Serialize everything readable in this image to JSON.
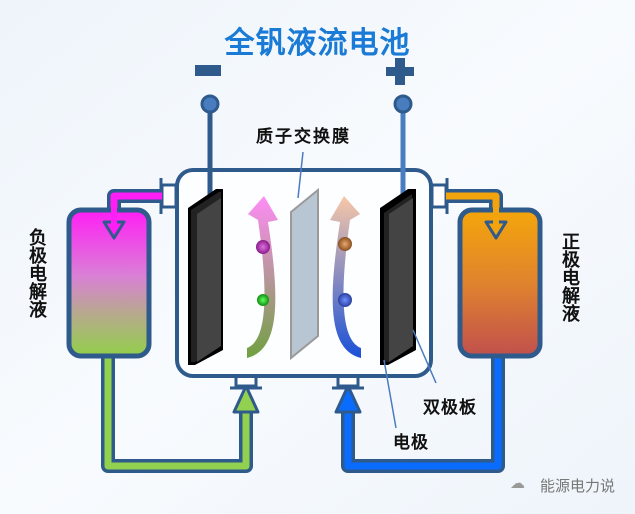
{
  "title": "全钒液流电池",
  "terminals": {
    "negative": "−",
    "positive": "+"
  },
  "labels": {
    "membrane": "质子交换膜",
    "bipolar_plate": "双极板",
    "electrode": "电极",
    "negative_electrolyte": "负极电解液",
    "positive_electrolyte": "正极电解液"
  },
  "watermark": {
    "icon": "wechat-icon",
    "text": "能源电力说"
  },
  "colors": {
    "title": "#1a7bd6",
    "frame": "#2f5a8c",
    "negative_tank_top": "#ff22f0",
    "negative_tank_bottom": "#92cf4a",
    "positive_tank_top": "#f3a30c",
    "positive_tank_bottom": "#c0504d",
    "negative_return_pipe": "#92d050",
    "positive_return_pipe": "#0a6cff",
    "ion_magenta": "#c03cc0",
    "ion_green": "#22c022",
    "ion_orange": "#c88440",
    "ion_blue": "#3a5fd0"
  }
}
